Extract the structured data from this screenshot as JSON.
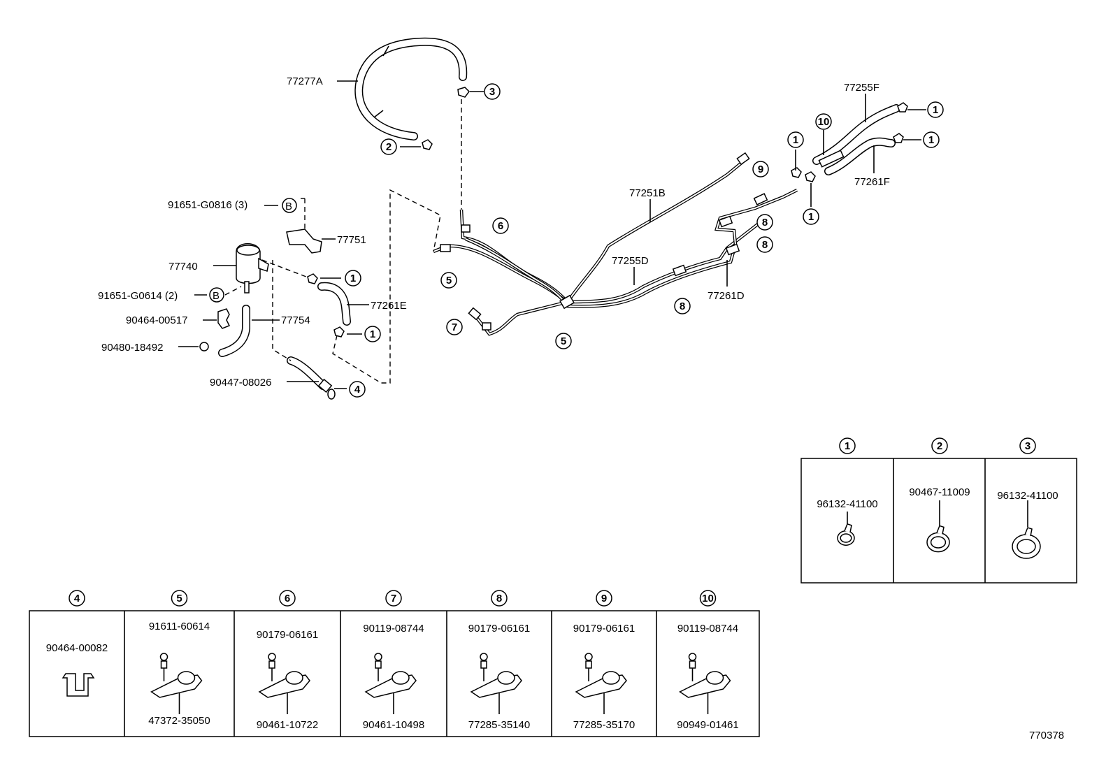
{
  "drawing_number": "770378",
  "main_labels": {
    "hose_77277A": "77277A",
    "pipe_77251B": "77251B",
    "hose_77255F": "77255F",
    "hose_77261F": "77261F",
    "bolt_91651_G0816": "91651-G0816 (3)",
    "bracket_77751": "77751",
    "canister_77740": "77740",
    "bolt_91651_G0614": "91651-G0614 (2)",
    "clip_90464_00517": "90464-00517",
    "hose_77754": "77754",
    "cap_90480_18492": "90480-18492",
    "hose_77261E": "77261E",
    "hose_90447_08026": "90447-08026",
    "pipe_77255D": "77255D",
    "pipe_77261D": "77261D",
    "b_mark": "B"
  },
  "callouts": [
    "1",
    "2",
    "3",
    "4",
    "5",
    "6",
    "7",
    "8",
    "9",
    "10"
  ],
  "legend_top": [
    {
      "num": "1",
      "part": "96132-41100"
    },
    {
      "num": "2",
      "part": "90467-11009"
    },
    {
      "num": "3",
      "part": "96132-41100"
    }
  ],
  "legend_bottom": [
    {
      "num": "4",
      "top": "90464-00082",
      "bottom": ""
    },
    {
      "num": "5",
      "top": "91611-60614",
      "bottom": "47372-35050"
    },
    {
      "num": "6",
      "top": "90179-06161",
      "bottom": "90461-10722"
    },
    {
      "num": "7",
      "top": "90119-08744",
      "bottom": "90461-10498"
    },
    {
      "num": "8",
      "top": "90179-06161",
      "bottom": "77285-35140"
    },
    {
      "num": "9",
      "top": "90179-06161",
      "bottom": "77285-35170"
    },
    {
      "num": "10",
      "top": "90119-08744",
      "bottom": "90949-01461"
    }
  ]
}
